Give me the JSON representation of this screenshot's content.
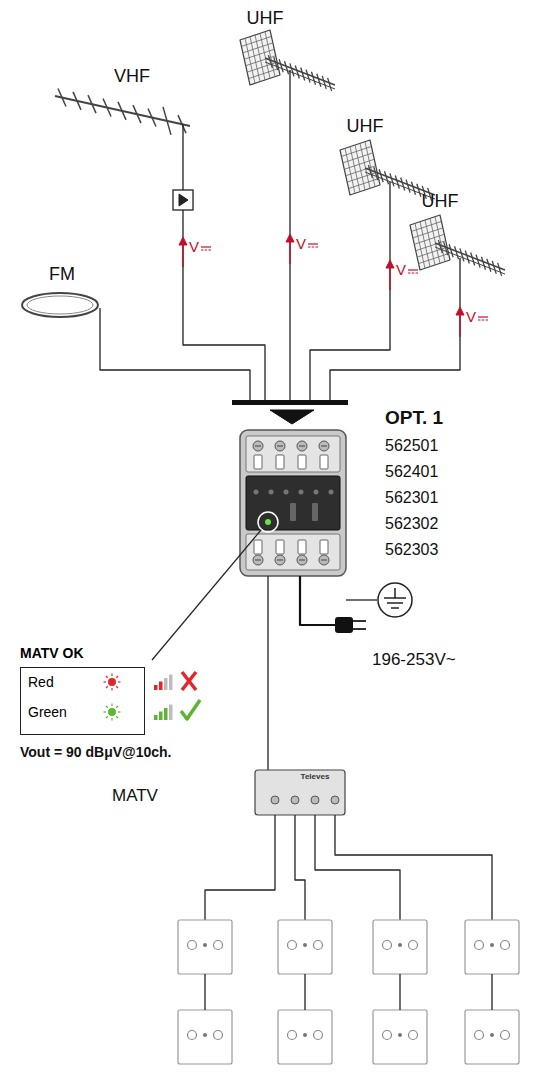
{
  "diagram": {
    "nodes": [
      {
        "text": [
          "MATV OK",
          "Red",
          "Green"
        ]
      }
    ],
    "labels": [
      "UHF",
      "VHF",
      "UHF",
      "UHF",
      "FM",
      "V",
      "V",
      "V",
      "V",
      "OPT. 1",
      "562501",
      "562401",
      "562301",
      "562302",
      "562303",
      "196-253V~",
      "Vout = 90 dBμV@10ch.",
      "MATV",
      "Televes"
    ]
  }
}
